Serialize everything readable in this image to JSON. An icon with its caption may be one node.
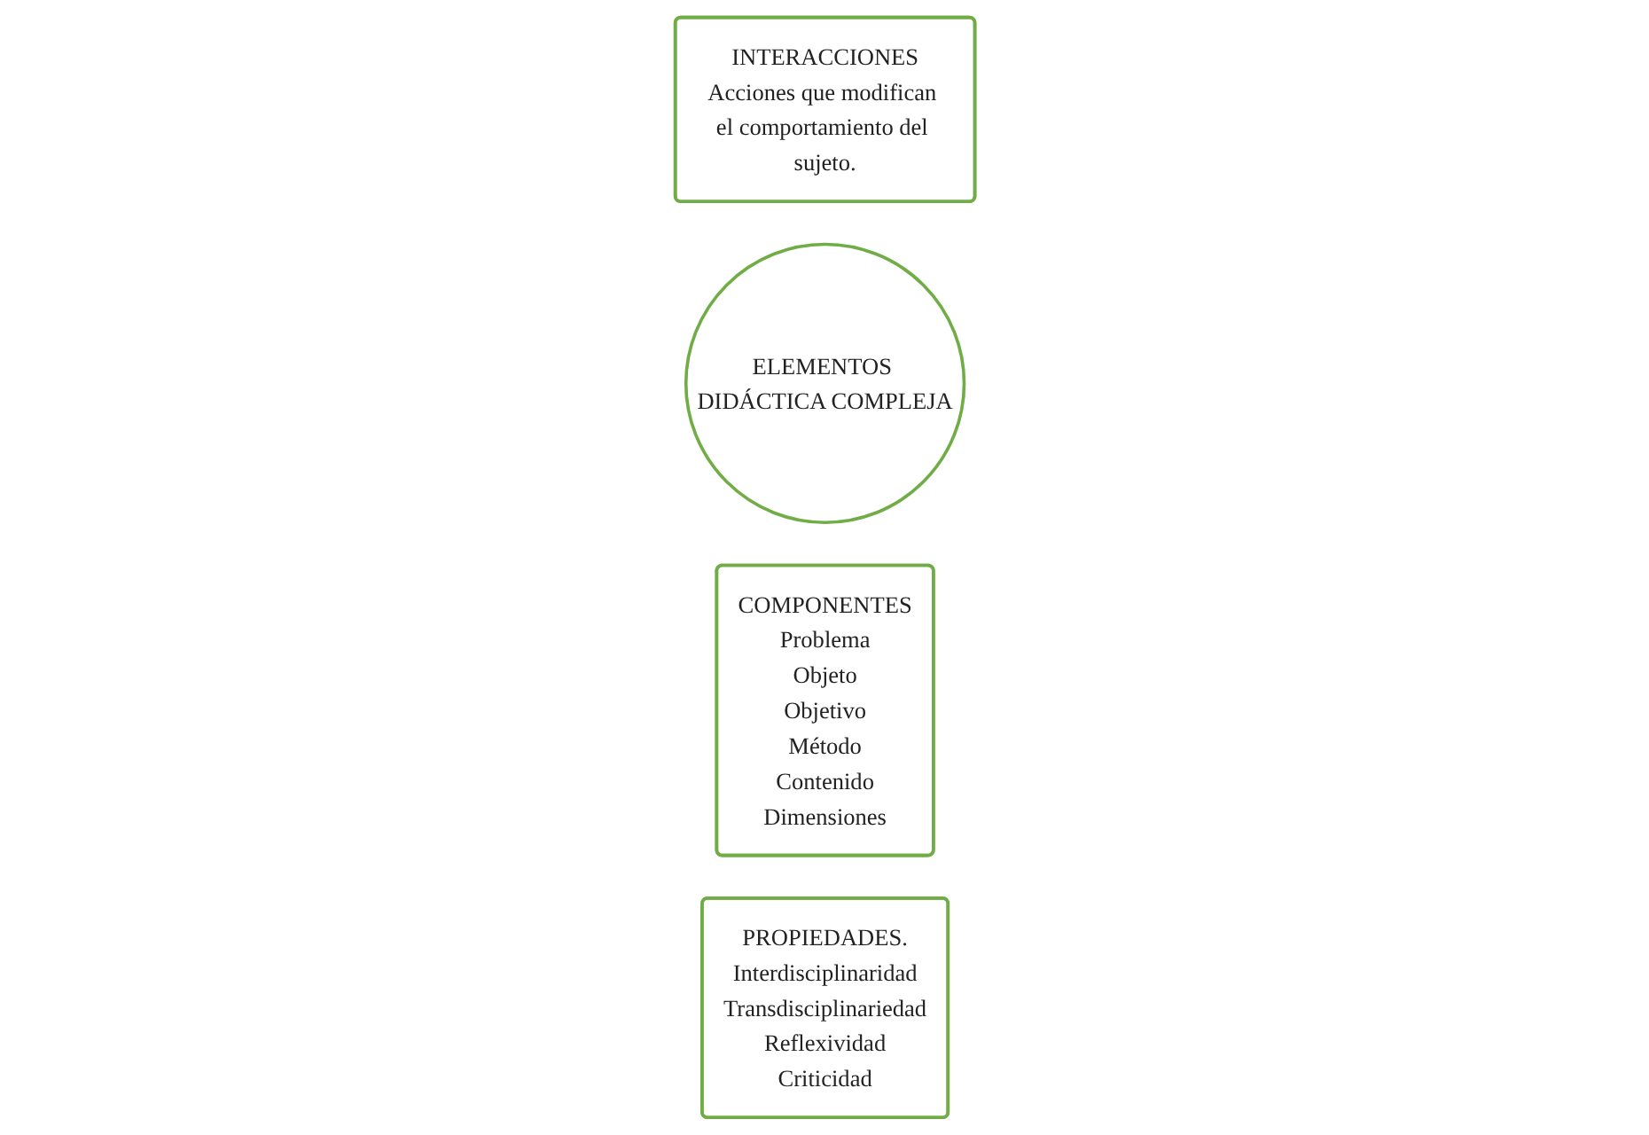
{
  "diagram": {
    "nodes": [
      {
        "text": [
          "INTERACCIONES",
          "Acciones que modifican el comportamiento del sujeto."
        ]
      },
      {
        "text": [
          "ELEMENTOS DIDÁCTICA COMPLEJA"
        ]
      },
      {
        "text": [
          "COMPONENTES",
          "Problema",
          "Objeto",
          "Objetivo",
          "Método",
          "Contenido",
          "Dimensiones"
        ]
      },
      {
        "text": [
          "PROPIEDADES.",
          "Interdisciplinaridad",
          "Transdisciplinariedad",
          "Reflexividad",
          "Criticidad"
        ]
      }
    ]
  }
}
